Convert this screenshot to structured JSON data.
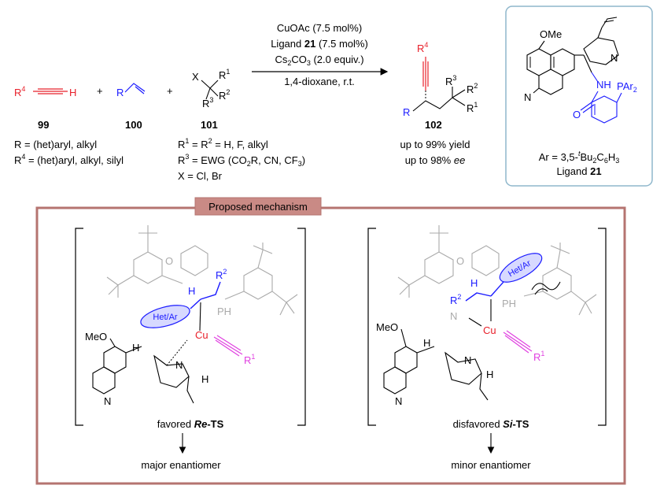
{
  "reagents": {
    "r99": {
      "r4": "R",
      "r4_sup": "4",
      "h": "H",
      "number": "99"
    },
    "r100": {
      "r": "R",
      "number": "100"
    },
    "r101": {
      "x": "X",
      "r1": "R",
      "r1_sup": "1",
      "r2": "R",
      "r2_sup": "2",
      "r3": "R",
      "r3_sup": "3",
      "number": "101"
    },
    "plus": "+"
  },
  "conditions": {
    "line1": "CuOAc (7.5 mol%)",
    "line2_pre": "Ligand ",
    "line2_bold": "21",
    "line2_post": " (7.5 mol%)",
    "line3_pre": "Cs",
    "line3_sub1": "2",
    "line3_mid": "CO",
    "line3_sub2": "3",
    "line3_post": " (2.0 equiv.)",
    "line4": "1,4-dioxane, r.t."
  },
  "product": {
    "r4": "R",
    "r4_sup": "4",
    "r": "R",
    "r3": "R",
    "r3_sup": "3",
    "r2": "R",
    "r2_sup": "2",
    "r1": "R",
    "r1_sup": "1",
    "number": "102",
    "yield": "up to 99% yield",
    "ee_pre": "up to 98% ",
    "ee_italic": "ee"
  },
  "scope": {
    "line1": "R = (het)aryl, alkyl",
    "line2_pre": "R",
    "line2_sup": "4",
    "line2_post": " = (het)aryl, alkyl, silyl",
    "line3_pre": "R",
    "line3_sup1": "1",
    "line3_mid": " = R",
    "line3_sup2": "2",
    "line3_post": " = H, F, alkyl",
    "line4_pre": "R",
    "line4_sup": "3",
    "line4_mid": " = EWG (CO",
    "line4_sub": "2",
    "line4_post": "R, CN, CF",
    "line4_sub2": "3",
    "line4_end": ")",
    "line5": "X = Cl, Br"
  },
  "ligand_box": {
    "ome": "OMe",
    "n_quin": "N",
    "n_quinuclidine": "N",
    "nh": "NH",
    "o": "O",
    "par": "PAr",
    "par_sub": "2",
    "ar_line_pre": "Ar = 3,5-",
    "ar_line_t": "t",
    "ar_line_bu": "Bu",
    "ar_line_sub2": "2",
    "ar_line_c": "C",
    "ar_line_sub6": "6",
    "ar_line_h": "H",
    "ar_line_sub3": "3",
    "ligand_label_pre": "Ligand ",
    "ligand_label_bold": "21"
  },
  "mechanism": {
    "title": "Proposed mechanism",
    "left_ts": {
      "meo": "MeO",
      "h1": "H",
      "h2": "H",
      "h3": "H",
      "n": "N",
      "n2": "N",
      "cu": "Cu",
      "ph": "PH",
      "r2": "R",
      "r2_sup": "2",
      "r1": "R",
      "r1_sup": "1",
      "o": "O",
      "het_ar": "Het/Ar",
      "label_pre": "favored ",
      "label_it": "Re",
      "label_post": "-TS",
      "outcome": "major enantiomer"
    },
    "right_ts": {
      "meo": "MeO",
      "h1": "H",
      "h2": "H",
      "h3": "H",
      "n": "N",
      "n2": "N",
      "n3": "N",
      "cu": "Cu",
      "ph": "PH",
      "r2": "R",
      "r2_sup": "2",
      "r1": "R",
      "r1_sup": "1",
      "o": "O",
      "het_ar": "Het/Ar",
      "label_pre": "disfavored ",
      "label_it": "Si",
      "label_post": "-TS",
      "outcome": "minor enantiomer"
    }
  },
  "colors": {
    "red": "#e8202a",
    "blue": "#1a1aff",
    "magenta": "#e040e0",
    "box_border": "#b57470",
    "box_fill": "#c98a85",
    "ligand_border": "#8fb7cc"
  }
}
